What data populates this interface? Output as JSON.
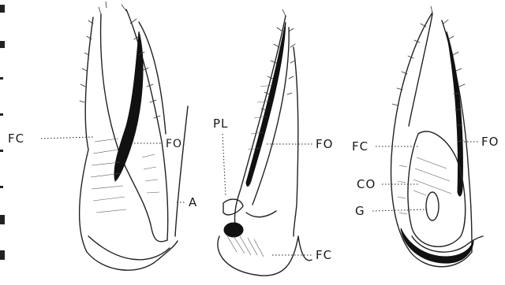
{
  "labels": {
    "fc_left": "FC",
    "fo_left": "FO",
    "a": "A",
    "pl": "PL",
    "fo_middle": "FO",
    "fc_middle": "FC",
    "fc_right": "FC",
    "fo_right": "FO",
    "co": "CO",
    "g": "G"
  },
  "colors": {
    "ink": "#222222",
    "background": "#ffffff",
    "fill_dark": "#111111"
  }
}
